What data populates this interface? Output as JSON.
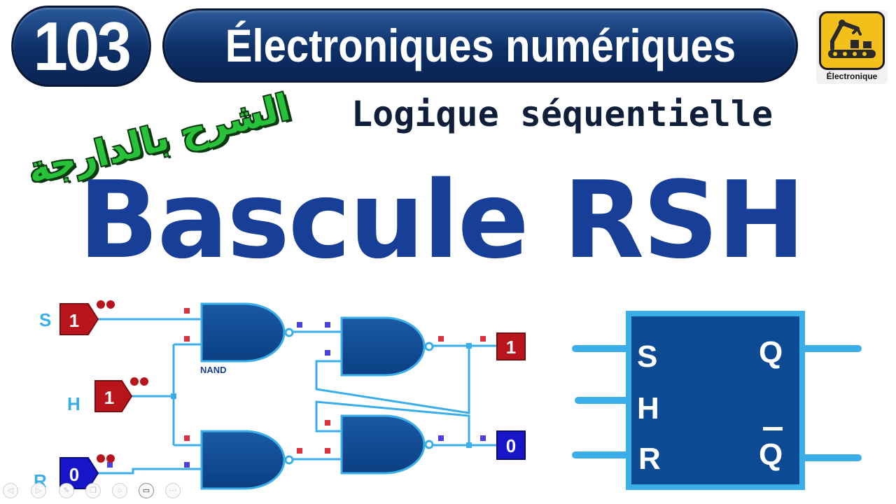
{
  "header": {
    "episode_number": "103",
    "title": "Électroniques numériques",
    "logo_label": "Électronique"
  },
  "subtitle": "Logique séquentielle",
  "arabic_caption": "الشرح بالدارجة",
  "main_title": "Bascule RSH",
  "circuit": {
    "inputs": [
      {
        "name": "S",
        "value": "1"
      },
      {
        "name": "H",
        "value": "1"
      },
      {
        "name": "R",
        "value": "0"
      }
    ],
    "gate_label": "NAND",
    "outputs": [
      {
        "value": "1"
      },
      {
        "value": "0"
      }
    ]
  },
  "symbol": {
    "left_pins": [
      "S",
      "H",
      "R"
    ],
    "right_pins": [
      "Q",
      "Q"
    ]
  },
  "colors": {
    "pill_blue": "#0d2f66",
    "title_blue": "#173f97",
    "wire": "#3aaee8",
    "gate": "#0d4a94",
    "high": "#b8141b",
    "low": "#1616c8",
    "arabic_green": "#27c23a"
  }
}
